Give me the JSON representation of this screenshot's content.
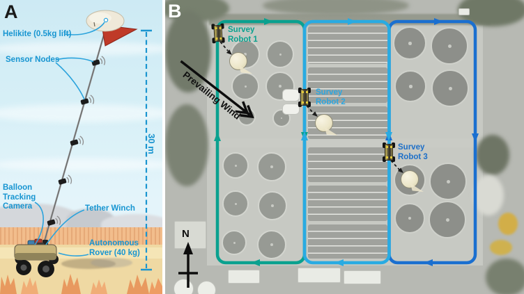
{
  "panel_a": {
    "label": "A",
    "helikite_label": "Helikite (0.5kg lift)",
    "sensor_nodes_label": "Sensor Nodes",
    "balloon_tracking_camera_label": "Balloon\nTracking\nCamera",
    "tether_winch_label": "Tether Winch",
    "autonomous_rover_label": "Autonomous\nRover (40 kg)",
    "tether_length_label": "30 m",
    "annotation_color": "#1795d1"
  },
  "panel_b": {
    "label": "B",
    "robot1_label": "Survey\nRobot 1",
    "robot2_label": "Survey\nRobot 2",
    "robot3_label": "Survey\nRobot 3",
    "wind_label": "Prevailing Wind",
    "compass_label": "N",
    "colors": {
      "robot1_path": "#0aa18f",
      "robot2_path": "#29abe2",
      "robot3_path": "#1a6fd0"
    }
  }
}
